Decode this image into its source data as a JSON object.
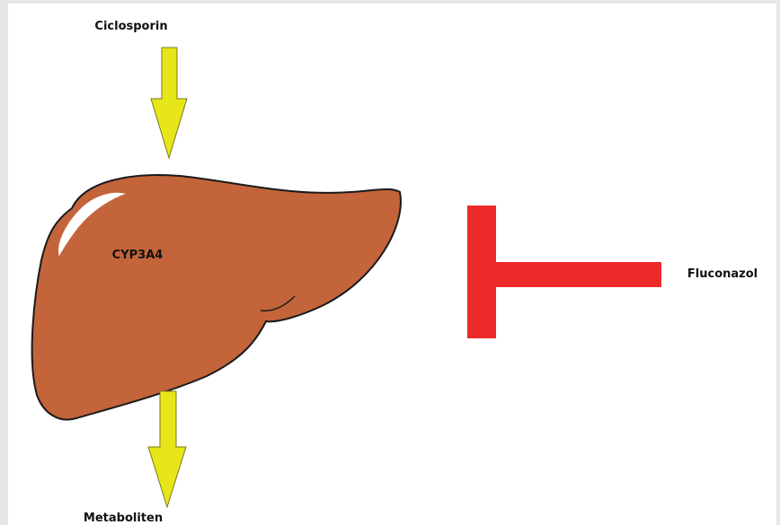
{
  "diagram": {
    "inputs": {
      "drug": "Ciclosporin"
    },
    "organ": {
      "enzyme": "CYP3A4"
    },
    "inhibitor": {
      "drug": "Fluconazol"
    },
    "outputs": {
      "product": "Metaboliten"
    }
  },
  "colors": {
    "background": "#e6e6e6",
    "panel": "#ffffff",
    "liver": "#c4643a",
    "arrow": "#e6e619",
    "inhibitor": "#ed2a2a"
  }
}
